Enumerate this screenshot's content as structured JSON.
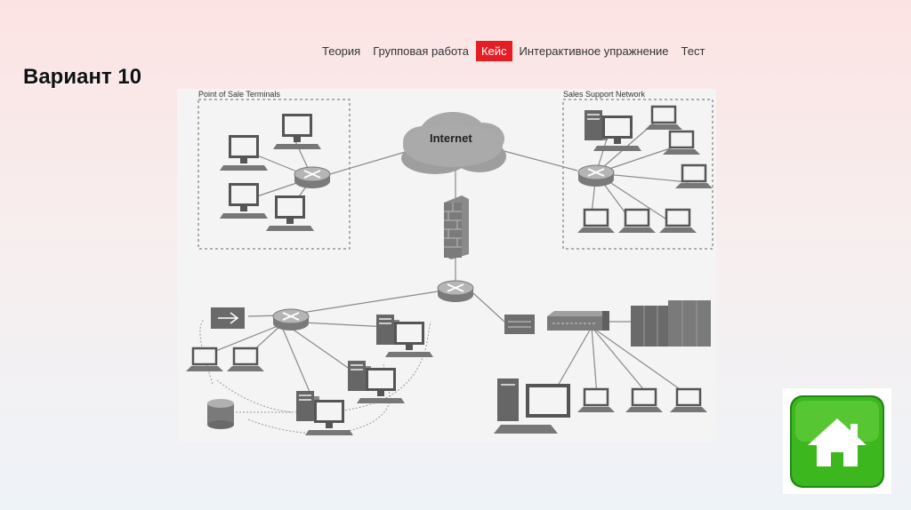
{
  "nav": {
    "items": [
      {
        "label": "Теория",
        "active": false
      },
      {
        "label": "Групповая работа",
        "active": false
      },
      {
        "label": "Кейс",
        "active": true
      },
      {
        "label": "Интерактивное упражнение",
        "active": false
      },
      {
        "label": "Тест",
        "active": false
      }
    ],
    "active_color": "#e31e24"
  },
  "page": {
    "title": "Вариант 10"
  },
  "diagram": {
    "pos_label": "Point of Sale Terminals",
    "sales_label": "Sales Support Network",
    "internet_label": "Internet"
  },
  "home_button": {
    "icon": "home-icon",
    "color": "#3cb71e"
  }
}
